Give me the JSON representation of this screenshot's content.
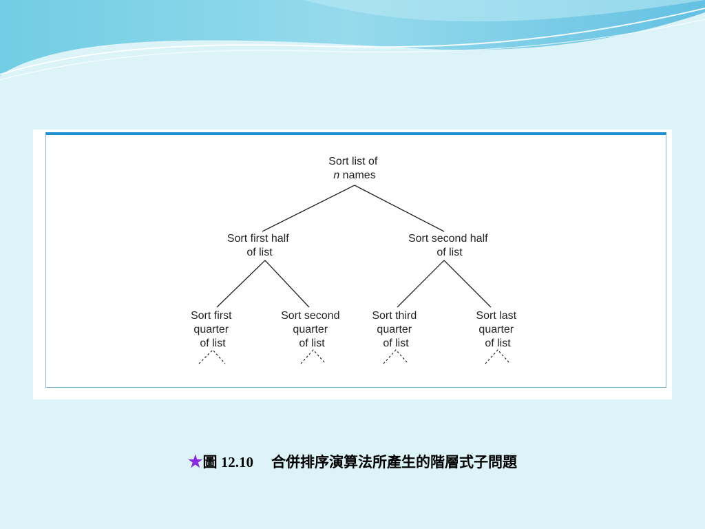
{
  "caption": {
    "star_icon": "★",
    "star_color": "#8a2be2",
    "label": "圖",
    "number": "12.10",
    "title": "合併排序演算法所產生的階層式子問題"
  },
  "tree": {
    "root": {
      "line1": "Sort list of",
      "line2_var": "n",
      "line2_rest": " names"
    },
    "level1": [
      {
        "lines": [
          "Sort first half",
          "of list"
        ]
      },
      {
        "lines": [
          "Sort second half",
          "of list"
        ]
      }
    ],
    "level2": [
      {
        "lines": [
          "Sort first",
          "quarter",
          "of list"
        ]
      },
      {
        "lines": [
          "Sort second",
          "quarter",
          "of list"
        ]
      },
      {
        "lines": [
          "Sort third",
          "quarter",
          "of list"
        ]
      },
      {
        "lines": [
          "Sort last",
          "quarter",
          "of list"
        ]
      }
    ]
  },
  "colors": {
    "background": "#dcf3f8",
    "frame_top": "#1f8fd3",
    "frame_border": "#7ab8dc",
    "edge": "#222222"
  }
}
